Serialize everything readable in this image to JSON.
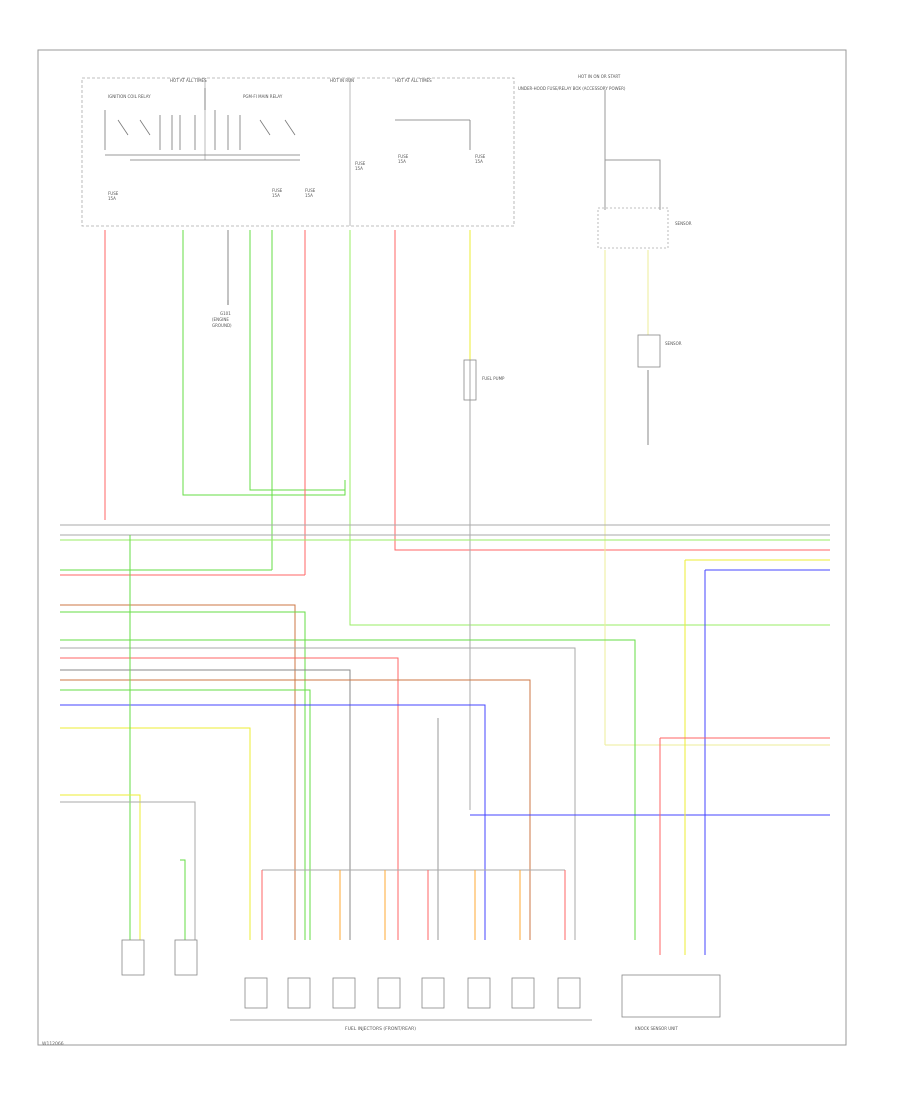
{
  "figure_code": "W112066",
  "top_labels": {
    "left_box_title": "HOT AT ALL TIMES",
    "middle_box_title": "HOT IN RUN",
    "right_box_title": "HOT AT ALL TIMES",
    "relay_1": "IGNITION COIL RELAY",
    "relay_2": "PGM-FI MAIN RELAY",
    "fuse_box_note": "UNDER-HOOD FUSE/RELAY BOX (ACCESSORY POWER)",
    "far_right_title": "HOT IN ON OR START"
  },
  "ground_left": "G101 (ENGINE GROUND)",
  "fuel_pump_label": "FUEL PUMP",
  "sensor_label": "SENSOR",
  "injector_group_label": "FUEL INJECTORS (FRONT/REAR)",
  "right_module_label": "KNOCK SENSOR UNIT",
  "colors": {
    "red": "#ff6666",
    "green": "#66dd44",
    "lightgreen": "#99ee66",
    "blue": "#4444ff",
    "yellow": "#eeee33",
    "orange": "#ffaa33",
    "gray": "#999999",
    "brown": "#cc7744",
    "wire_gray": "#aaaaaa"
  }
}
